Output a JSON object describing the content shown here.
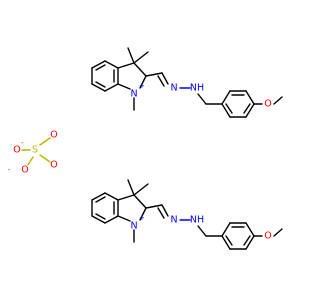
{
  "colors": {
    "carbon": "#000000",
    "nitrogen": "#0000ff",
    "oxygen": "#ff0000",
    "sulfur": "#b8b800"
  },
  "cation": {
    "n_ring": "N",
    "n_ring_charge": "+",
    "n_imine": "N",
    "n_amine": "NH",
    "o_methoxy": "O"
  },
  "sulfate": {
    "s": "S",
    "o_double_up": "O",
    "o_double_down": "O",
    "o_anion_1": "O",
    "o_anion_2": "O",
    "anion_charge": "-"
  }
}
